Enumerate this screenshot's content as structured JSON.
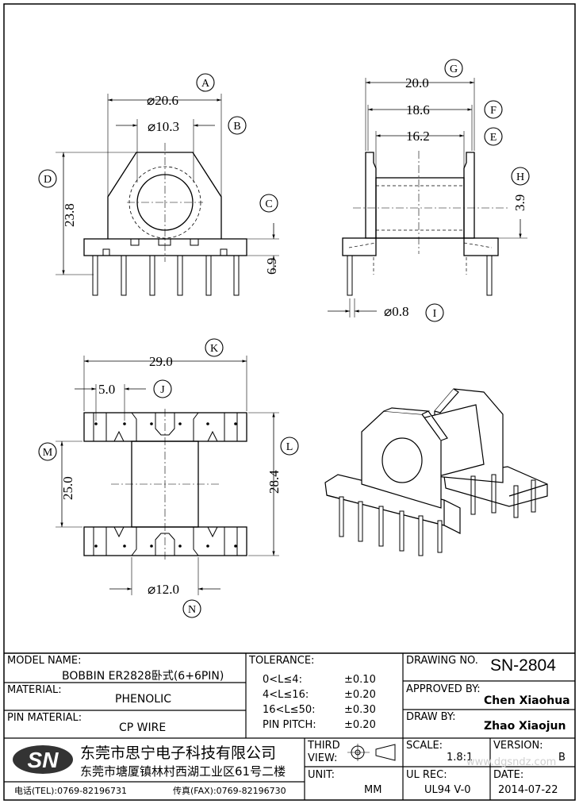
{
  "dims": {
    "A": "A",
    "B": "B",
    "C": "C",
    "D": "D",
    "E": "E",
    "F": "F",
    "G": "G",
    "H": "H",
    "I": "I",
    "J": "J",
    "K": "K",
    "L": "L",
    "M": "M",
    "N": "N",
    "dia_outer": "⌀20.6",
    "dia_inner": "⌀10.3",
    "height_total": "23.8",
    "base_height": "6.9",
    "width_20": "20.0",
    "width_18": "18.6",
    "width_16": "16.2",
    "h_3_9": "3.9",
    "pin_dia": "⌀0.8",
    "length_29": "29.0",
    "pitch_5": "5.0",
    "depth_25": "25.0",
    "depth_28": "28.4",
    "dia_12": "⌀12.0"
  },
  "title_block": {
    "model_label": "MODEL NAME:",
    "model_value": "BOBBIN ER2828卧式(6+6PIN)",
    "material_label": "MATERIAL:",
    "material_value": "PHENOLIC",
    "pin_material_label": "PIN MATERIAL:",
    "pin_material_value": "CP WIRE",
    "tolerance_label": "TOLERANCE:",
    "tolerances": [
      {
        "range": "0<L≤4:",
        "value": "±0.10"
      },
      {
        "range": "4<L≤16:",
        "value": "±0.20"
      },
      {
        "range": "16<L≤50:",
        "value": "±0.30"
      },
      {
        "range": "PIN PITCH:",
        "value": "±0.20"
      }
    ],
    "drawing_no_label": "DRAWING NO.",
    "drawing_no_value": "SN-2804",
    "approved_label": "APPROVED BY:",
    "approved_value": "Chen Xiaohua",
    "drawn_label": "DRAW BY:",
    "drawn_value": "Zhao Xiaojun",
    "logo_text": "SN",
    "company_name": "东莞市思宁电子科技有限公司",
    "company_address": "东莞市塘厦镇林村西湖工业区61号二楼",
    "tel": "电话(TEL):0769-82196731",
    "fax": "传真(FAX):0769-82196730",
    "third_view_label_1": "THIRD",
    "third_view_label_2": "VIEW:",
    "unit_label": "UNIT:",
    "unit_value": "MM",
    "scale_label": "SCALE:",
    "scale_value": "1.8:1",
    "version_label": "VERSION:",
    "version_value": "B",
    "ul_label": "UL REC:",
    "ul_value": "UL94 V-0",
    "date_label": "DATE:",
    "date_value": "2014-07-22",
    "watermark": "www.dgsndz.com"
  }
}
